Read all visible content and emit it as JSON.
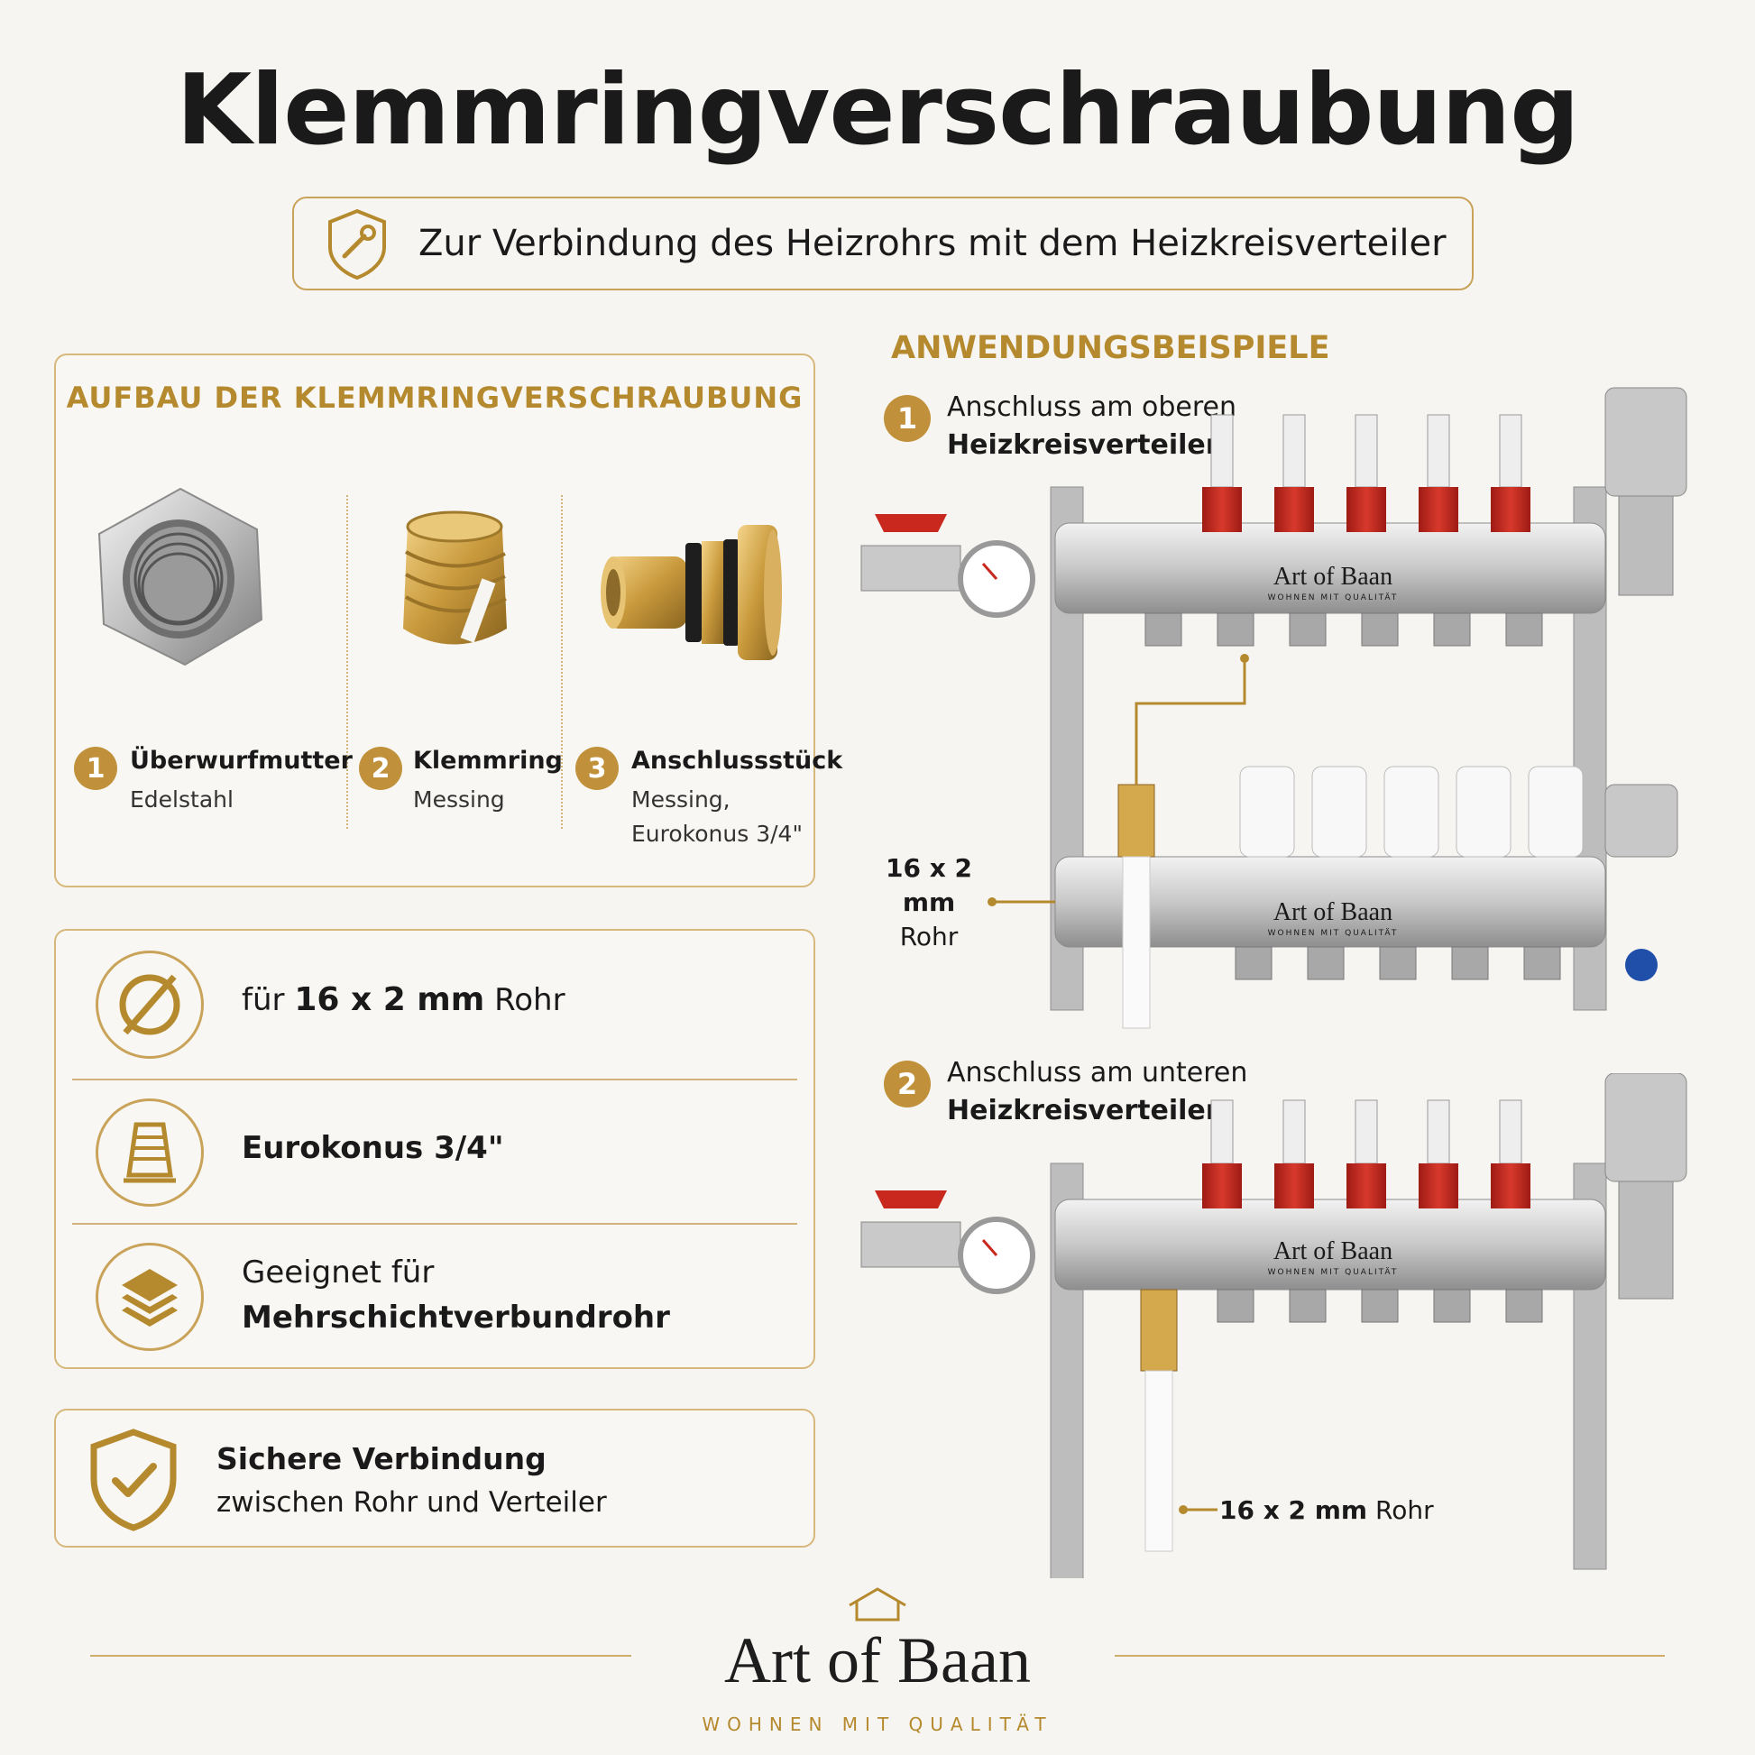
{
  "header": {
    "title": "Klemmringverschraubung",
    "subtitle": "Zur Verbindung des Heizrohrs mit dem Heizkreisverteiler"
  },
  "aufbau": {
    "heading": "AUFBAU DER KLEMMRINGVERSCHRAUBUNG",
    "parts": [
      {
        "num": "1",
        "name": "Überwurfmutter",
        "desc": "Edelstahl"
      },
      {
        "num": "2",
        "name": "Klemmring",
        "desc": "Messing"
      },
      {
        "num": "3",
        "name": "Anschlussstück",
        "desc": "Messing,",
        "desc2": "Eurokonus 3/4\""
      }
    ]
  },
  "features": [
    {
      "icon": "diameter-icon",
      "pre": "für ",
      "bold": "16 x 2 mm",
      "post": " Rohr"
    },
    {
      "icon": "eurocone-icon",
      "bold": "Eurokonus 3/4\""
    },
    {
      "icon": "layers-icon",
      "line1": "Geeignet für",
      "bold": "Mehrschichtverbundrohr"
    }
  ],
  "sicher": {
    "icon": "shield-check-icon",
    "title": "Sichere Verbindung",
    "text": "zwischen Rohr und Verteiler"
  },
  "anwendung": {
    "heading": "ANWENDUNGSBEISPIELE",
    "examples": [
      {
        "num": "1",
        "line1": "Anschluss am oberen",
        "line2": "Heizkreisverteiler",
        "callout1": "16 x 2 mm",
        "callout2": "Rohr"
      },
      {
        "num": "2",
        "line1": "Anschluss am unteren",
        "line2": "Heizkreisverteiler",
        "callout_bold": "16 x 2 mm",
        "callout_rest": " Rohr"
      }
    ]
  },
  "manifold_brand": {
    "name": "Art of Baan",
    "tagline": "WOHNEN MIT QUALITÄT"
  },
  "footer": {
    "brand": "Art of Baan",
    "tagline": "WOHNEN MIT QUALITÄT"
  },
  "colors": {
    "accent": "#b58a2e",
    "background": "#f7f5f1",
    "valve_red": "#c8281e"
  }
}
